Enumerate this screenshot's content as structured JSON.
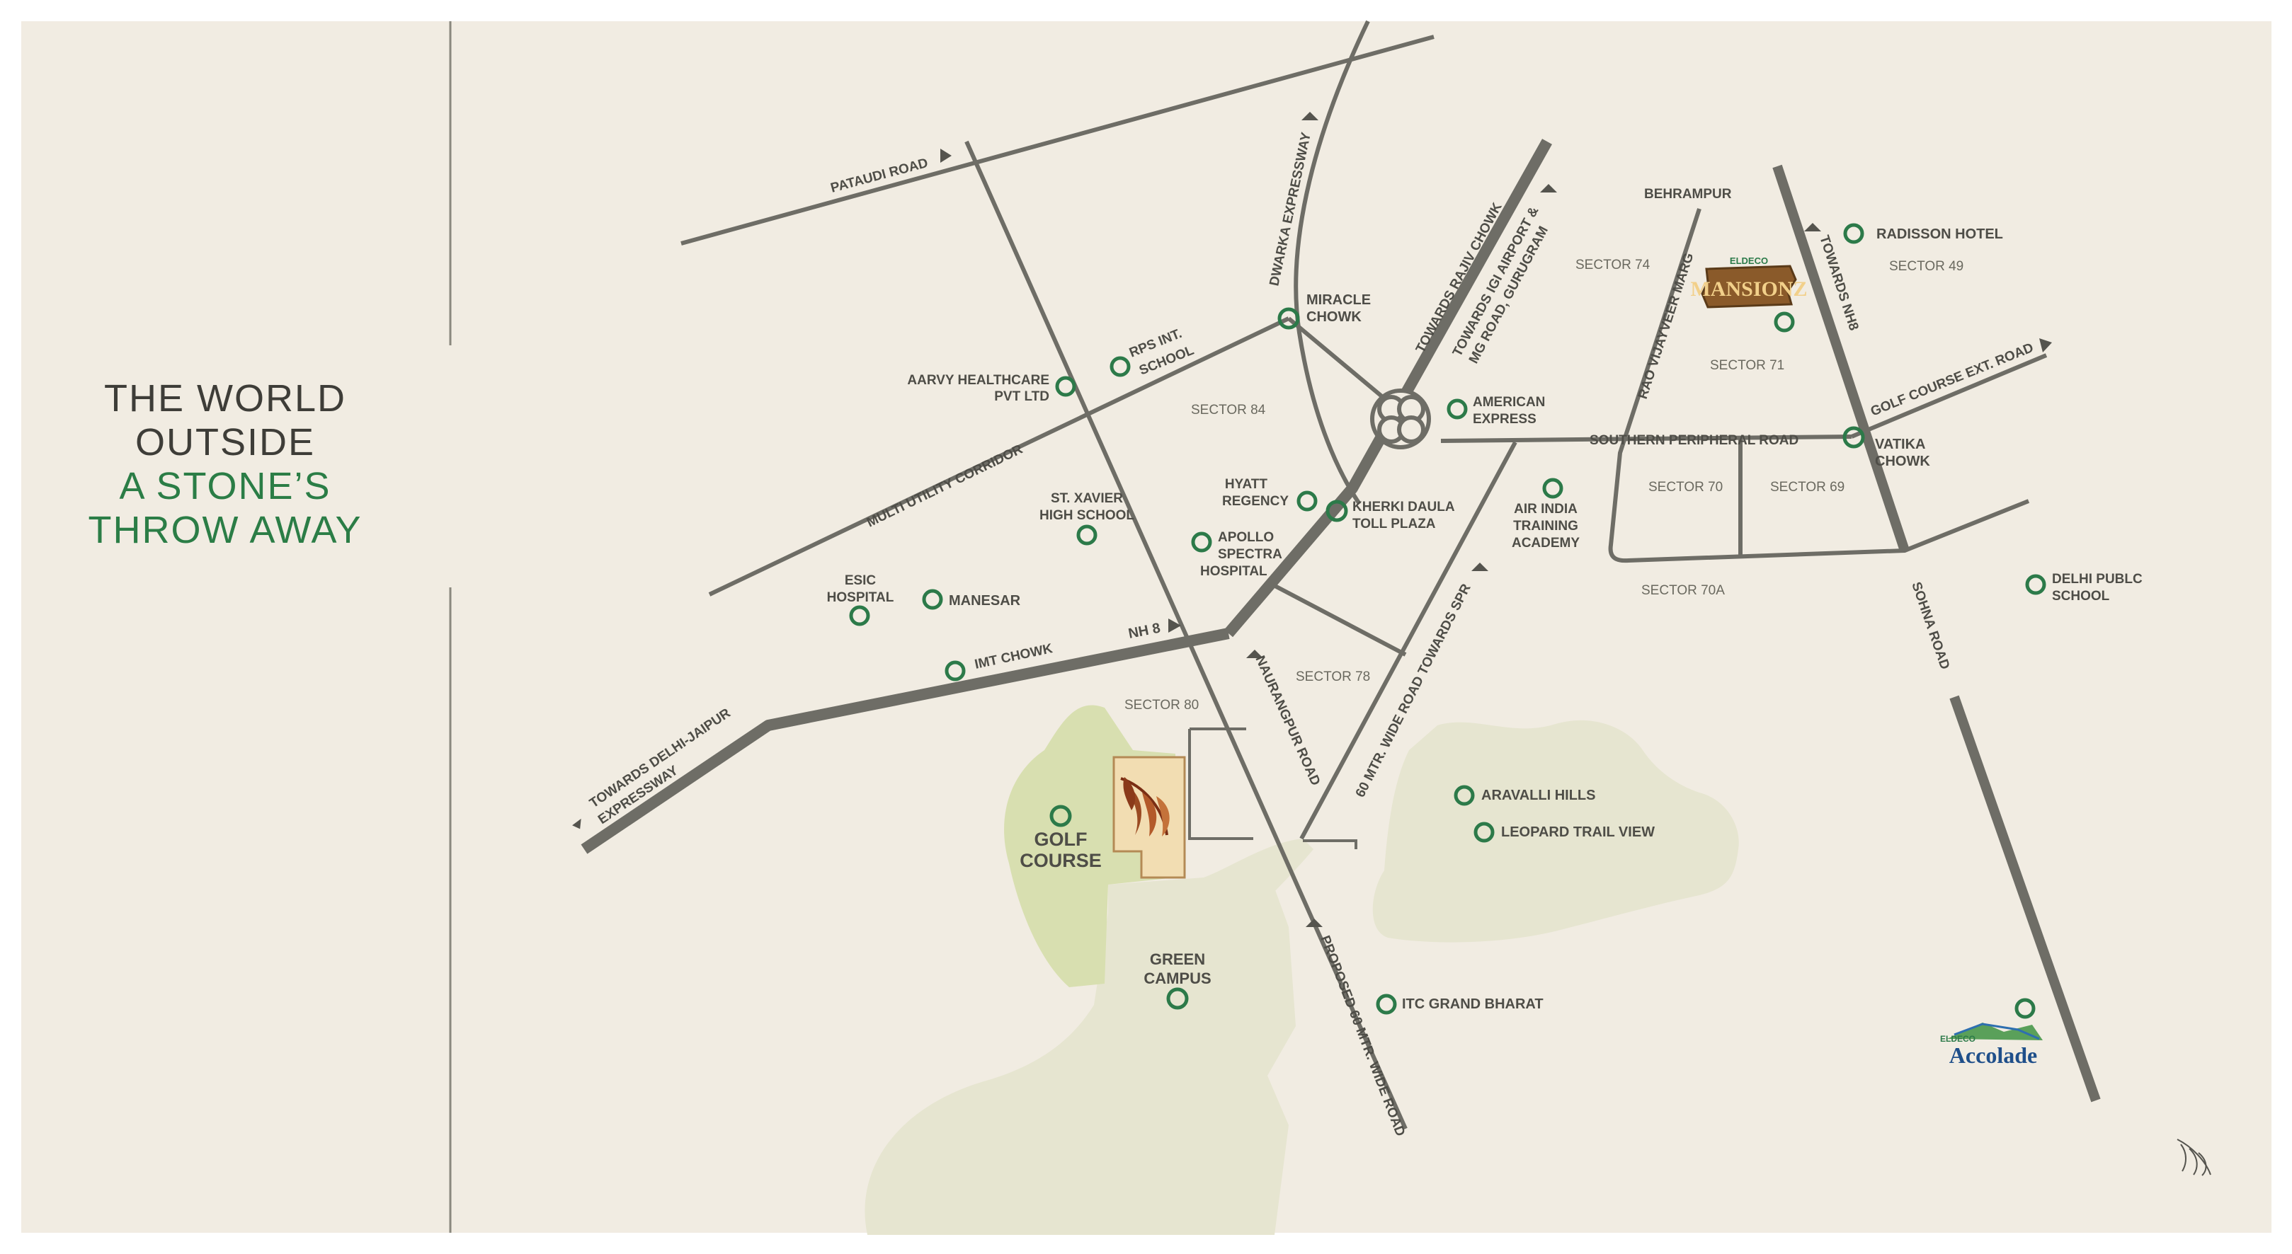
{
  "headline": {
    "line1": "THE WORLD",
    "line2": "OUTSIDE",
    "line3": "A STONE’S",
    "line4": "THROW AWAY"
  },
  "colors": {
    "background": "#f1ece2",
    "road": "#6e6d66",
    "pin": "#2c7a49",
    "green_area": "#e4e4cf",
    "golf": "#d8dfb0",
    "project": "#f2ddb2",
    "accent_text": "#2b7d46"
  },
  "roads": {
    "pataudi": "PATAUDI ROAD",
    "dwarka": "DWARKA EXPRESSWAY",
    "rajiv": "TOWARDS RAJIV CHOWK",
    "igi_1": "TOWARDS IGI AIRPORT &",
    "igi_2": "MG ROAD, GURUGRAM",
    "rao": "RAO VIJAYVEER MARG",
    "nh8": "TOWARDS NH8",
    "golf_ext": "GOLF COURSE EXT. ROAD",
    "spr": "SOUTHERN PERIPHERAL ROAD",
    "sohna": "SOHNA ROAD",
    "multi": "MULTI UTILITY CORRIDOR",
    "nh8_main": "NH 8",
    "delhi_1": "TOWARDS DELHI-JAIPUR",
    "delhi_2": "EXPRESSWAY",
    "naurangpur": "NAURANGPUR ROAD",
    "wide60": "60 MTR. WIDE ROAD TOWARDS SPR",
    "proposed": "PROPOSED 60 MTR. WIDE ROAD"
  },
  "sectors": {
    "s74": "SECTOR 74",
    "s49": "SECTOR 49",
    "s71": "SECTOR 71",
    "s84": "SECTOR 84",
    "s70": "SECTOR 70",
    "s69": "SECTOR 69",
    "s70a": "SECTOR 70A",
    "s78": "SECTOR 78",
    "s80": "SECTOR 80"
  },
  "places": {
    "behrampur": "BEHRAMPUR",
    "radisson": "RADISSON HOTEL",
    "miracle_1": "MIRACLE",
    "miracle_2": "CHOWK",
    "rps_1": "RPS INT.",
    "rps_2": "SCHOOL",
    "aarvy_1": "AARVY HEALTHCARE",
    "aarvy_2": "PVT LTD",
    "amex_1": "AMERICAN",
    "amex_2": "EXPRESS",
    "vatika_1": "VATIKA",
    "vatika_2": "CHOWK",
    "hyatt_1": "HYATT",
    "hyatt_2": "REGENCY",
    "kherki_1": "KHERKI DAULA",
    "kherki_2": "TOLL PLAZA",
    "airindia_1": "AIR INDIA",
    "airindia_2": "TRAINING",
    "airindia_3": "ACADEMY",
    "xavier_1": "ST. XAVIER",
    "xavier_2": "HIGH SCHOOL",
    "apollo_1": "APOLLO",
    "apollo_2": "SPECTRA",
    "apollo_3": "HOSPITAL",
    "esic_1": "ESIC",
    "esic_2": "HOSPITAL",
    "manesar": "MANESAR",
    "imt": "IMT CHOWK",
    "dps_1": "DELHI PUBLC",
    "dps_2": "SCHOOL",
    "aravalli": "ARAVALLI HILLS",
    "leopard": "LEOPARD TRAIL VIEW",
    "golf_1": "GOLF",
    "golf_2": "COURSE",
    "green_1": "GREEN",
    "green_2": "CAMPUS",
    "itc": "ITC GRAND BHARAT"
  },
  "logos": {
    "mansionz_top": "ELDECO",
    "mansionz": "MANSIONZ",
    "accolade_top": "ELDECO",
    "accolade": "Accolade"
  },
  "icons": {
    "pin": "circle-marker-icon",
    "arrow": "direction-arrow-icon",
    "project": "feather-logo-icon",
    "corner": "feather-logo-icon"
  }
}
